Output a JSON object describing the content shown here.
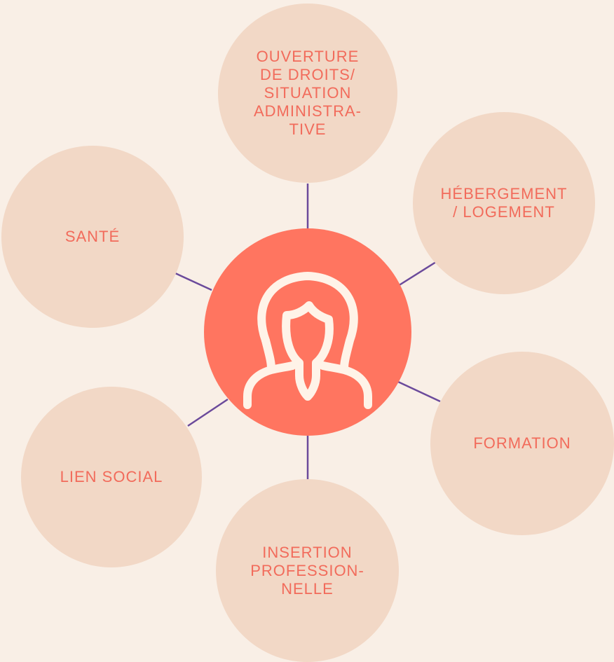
{
  "colors": {
    "background": "#f9efe6",
    "satellite": "#f2d8c6",
    "center": "#ff7560",
    "label": "#f26b5b",
    "connector": "#6b4a9b",
    "icon_stroke": "#fff3e8"
  },
  "center": {
    "icon": "woman-person-icon"
  },
  "nodes": [
    {
      "id": "ouverture",
      "label": "OUVERTURE\nDE DROITS/\nSITUATION\nADMINISTRA-\nTIVE"
    },
    {
      "id": "hebergement",
      "label": "HÉBERGEMENT\n/ LOGEMENT"
    },
    {
      "id": "formation",
      "label": "FORMATION"
    },
    {
      "id": "insertion",
      "label": "INSERTION\nPROFESSION-\nNELLE"
    },
    {
      "id": "lien-social",
      "label": "LIEN SOCIAL"
    },
    {
      "id": "sante",
      "label": "SANTÉ"
    }
  ]
}
